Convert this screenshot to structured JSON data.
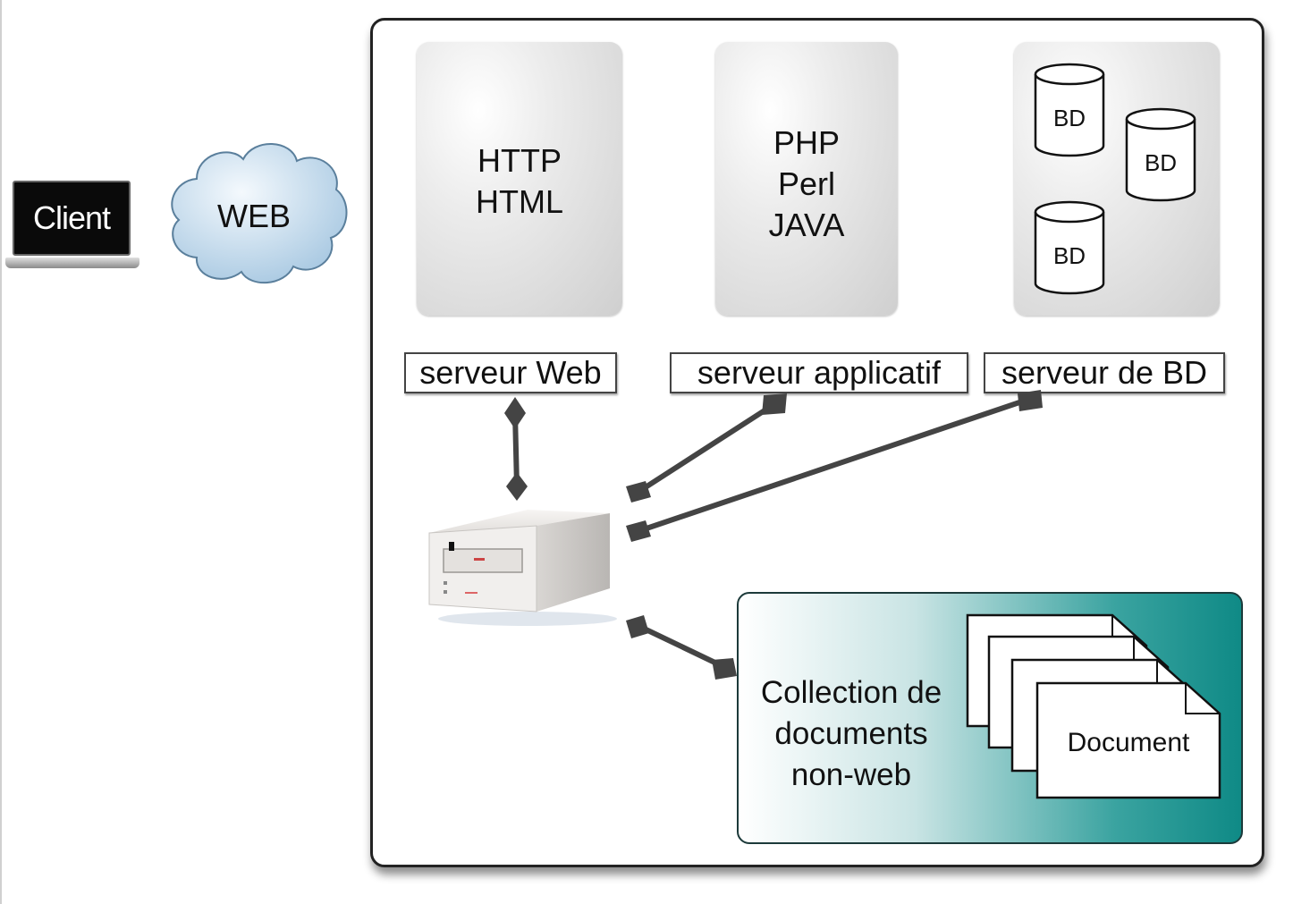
{
  "client": {
    "label": "Client"
  },
  "web_cloud": {
    "label": "WEB"
  },
  "web_server": {
    "content": "HTTP\nHTML",
    "label": "serveur Web"
  },
  "app_server": {
    "content": "PHP\nPerl\nJAVA",
    "label": "serveur applicatif"
  },
  "db_server": {
    "label": "serveur de BD",
    "databases": [
      {
        "label": "BD"
      },
      {
        "label": "BD"
      },
      {
        "label": "BD"
      }
    ]
  },
  "collection": {
    "label": "Collection de\ndocuments\nnon-web",
    "document_label": "Document"
  },
  "colors": {
    "frame": "#222222",
    "panel": "#d6d6d6",
    "cloud": "#c3dbec",
    "collection_accent": "#0f8a86",
    "connector": "#444444"
  }
}
